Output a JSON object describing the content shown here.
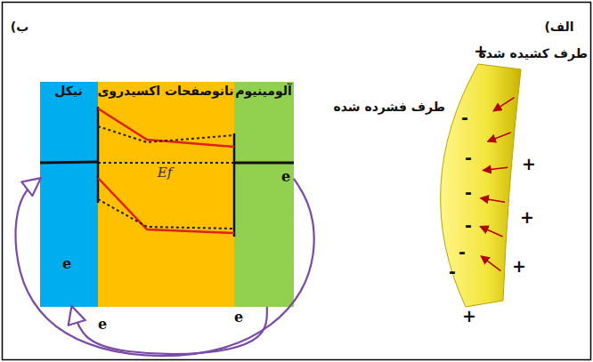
{
  "diagram": {
    "nodes": [
      {
        "text": [
          "نیکل",
          "e"
        ]
      },
      {
        "text": [
          "نانوصفحات اکسیدروی",
          "Ef"
        ]
      },
      {
        "text": [
          "آلومینیوم",
          "e"
        ]
      }
    ],
    "edges": [
      {
        "from": 2,
        "to": 0,
        "arrow": "to",
        "label": "e"
      },
      {
        "from": 2,
        "to": 0,
        "arrow": "to",
        "label": "e"
      }
    ],
    "labels": [
      "ب)",
      "الف)",
      "طرف کشیده شده",
      "طرف فشرده شده",
      "+",
      "+",
      "+",
      "+",
      "+",
      "-",
      "-",
      "-",
      "-",
      "-",
      "-"
    ]
  }
}
